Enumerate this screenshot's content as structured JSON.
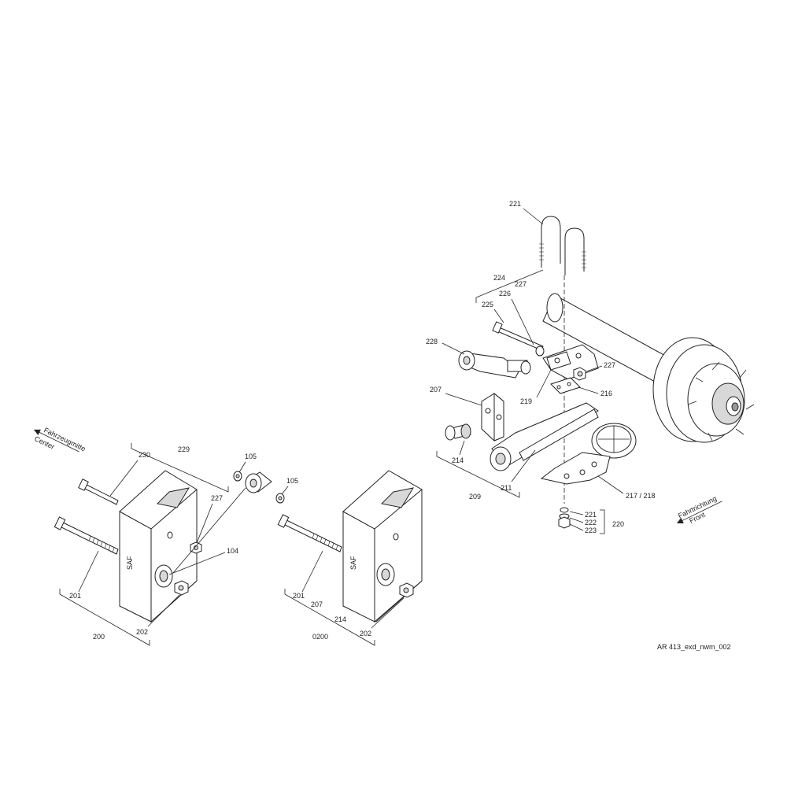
{
  "labels": {
    "l221_top": "221",
    "l224": "224",
    "l227_a": "227",
    "l226": "226",
    "l225": "225",
    "l228": "228",
    "l227_b": "227",
    "l216": "216",
    "l219": "219",
    "l207_right": "207",
    "l214_right": "214",
    "l211": "211",
    "l209": "209",
    "l217_218": "217 / 218",
    "l221_bot": "221",
    "l222": "222",
    "l223": "223",
    "l220": "220",
    "l230": "230",
    "l229": "229",
    "l105_a": "105",
    "l105_b": "105",
    "l227_c": "227",
    "l104": "104",
    "l201_a": "201",
    "l202_a": "202",
    "l200": "200",
    "l201_b": "201",
    "l207_mid": "207",
    "l214_mid": "214",
    "l0200": "0200",
    "l202_b": "202"
  },
  "directions": {
    "center_de": "Fahrzeugmitte",
    "center_en": "Center",
    "front_de": "Fahrtrichtung",
    "front_en": "Front"
  },
  "brand": "SAF",
  "drawing_id": "AR 413_exd_nwm_002"
}
